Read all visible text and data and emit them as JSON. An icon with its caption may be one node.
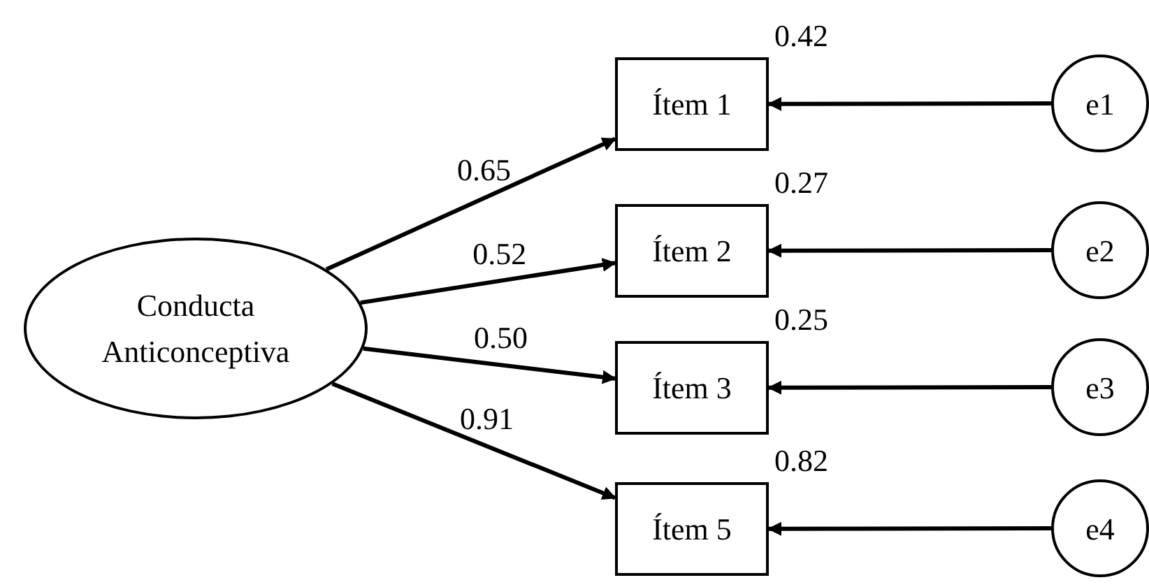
{
  "diagram": {
    "nodes": [
      {
        "text": [
          "Conducta Anticonceptiva"
        ]
      },
      {
        "text": [
          "Ítem 1"
        ],
        "beside": [
          "0.42"
        ]
      },
      {
        "text": [
          "Ítem 2"
        ],
        "beside": [
          "0.27"
        ]
      },
      {
        "text": [
          "Ítem 3"
        ],
        "beside": [
          "0.25"
        ]
      },
      {
        "text": [
          "Ítem 5"
        ],
        "beside": [
          "0.82"
        ]
      },
      {
        "text": [
          "e1"
        ]
      },
      {
        "text": [
          "e2"
        ]
      },
      {
        "text": [
          "e3"
        ]
      },
      {
        "text": [
          "e4"
        ]
      }
    ],
    "edges": [
      {
        "from": 0,
        "to": 1,
        "arrow": "to",
        "label": "0.65"
      },
      {
        "from": 0,
        "to": 2,
        "arrow": "to",
        "label": "0.52"
      },
      {
        "from": 0,
        "to": 3,
        "arrow": "to",
        "label": "0.50"
      },
      {
        "from": 0,
        "to": 4,
        "arrow": "to",
        "label": "0.91"
      },
      {
        "from": 5,
        "to": 1,
        "arrow": "to"
      },
      {
        "from": 6,
        "to": 2,
        "arrow": "to"
      },
      {
        "from": 7,
        "to": 3,
        "arrow": "to"
      },
      {
        "from": 8,
        "to": 4,
        "arrow": "to"
      }
    ]
  }
}
